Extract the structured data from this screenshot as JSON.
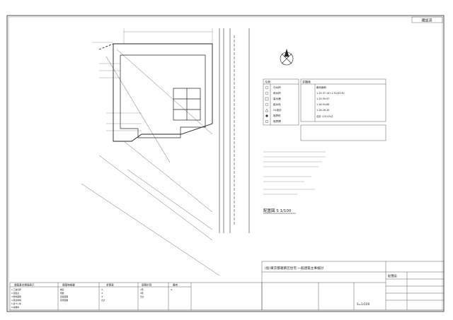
{
  "scale_label": "配置図 S 1/100",
  "title_block": {
    "project": "(仮)東京都葛飾区住宅 一般建築主事検討",
    "sheet_name": "配置図",
    "scale_text": "S=1/100",
    "approval": "確認済"
  },
  "bottom_tables": [
    {
      "header": "建築基本情報表示",
      "lines": [
        "1.工事名称",
        "2.建築主",
        "3.敷地面積",
        "4.用途地域",
        "5.建ぺい率",
        "6.容積率"
      ]
    },
    {
      "header": "建築物概要",
      "lines": [
        "構造",
        "階数",
        "建築面積",
        "延床面積"
      ]
    },
    {
      "header": "求積表",
      "lines": [
        "①",
        "②",
        "③",
        "合計"
      ]
    },
    {
      "header": "面積計算",
      "lines": [
        "1階",
        "2階",
        "合計"
      ]
    },
    {
      "header": "備考",
      "lines": [
        "※"
      ]
    }
  ],
  "notes": {
    "legend_title": "凡例",
    "legend": [
      "汚水桝",
      "雨水桝",
      "量水器",
      "給水栓",
      "GL設計",
      "境界杭",
      "境界標"
    ],
    "calc_title": "求積表",
    "calc_lines": [
      "敷地面積:",
      "1.29.37.14+1.30.63.90",
      "1.29.59.97",
      "1.26.04.88",
      "1.26.26.30",
      "合計 123.45㎡"
    ]
  }
}
